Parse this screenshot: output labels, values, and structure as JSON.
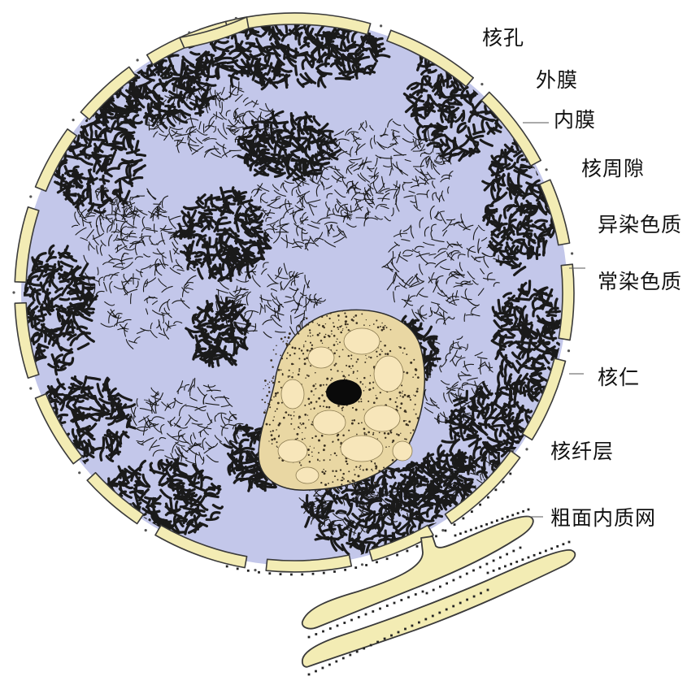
{
  "labels": {
    "nuclear_pore": "核孔",
    "outer_membrane": "外膜",
    "inner_membrane": "内膜",
    "perinuclear_space": "核周隙",
    "heterochromatin": "异染色质",
    "euchromatin": "常染色质",
    "nucleolus": "核仁",
    "nuclear_lamina": "核纤层",
    "rough_er": "粗面内质网"
  },
  "colors": {
    "nucleoplasm": "#c3c7ea",
    "envelope": "#f3ecb4",
    "envelope_outline": "#3a3a3a",
    "nucleolus_fill": "#e9d7a3",
    "nucleolus_center": "#f7e6ba",
    "chromatin": "#1a1a1a",
    "ink": "#111111"
  }
}
